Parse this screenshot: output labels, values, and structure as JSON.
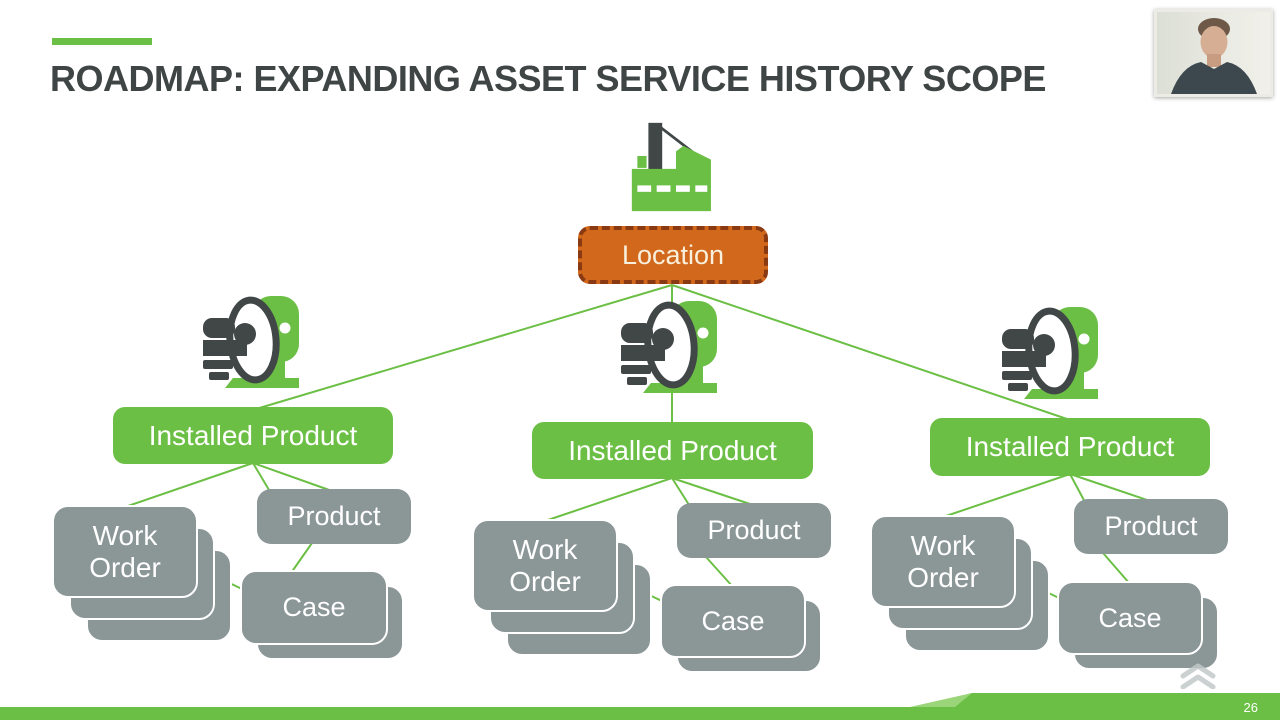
{
  "slide": {
    "title": "ROADMAP: EXPANDING ASSET SERVICE HISTORY SCOPE",
    "page_number": "26"
  },
  "diagram": {
    "location_label": "Location",
    "clusters": [
      {
        "installed_product": "Installed Product",
        "work_order": "Work Order",
        "product": "Product",
        "case": "Case"
      },
      {
        "installed_product": "Installed Product",
        "work_order": "Work Order",
        "product": "Product",
        "case": "Case"
      },
      {
        "installed_product": "Installed Product",
        "work_order": "Work Order",
        "product": "Product",
        "case": "Case"
      }
    ]
  },
  "icons": {
    "factory-icon": "green factory building with chimney",
    "mri-scanner-icon": "MRI machine with patient on table",
    "chevron-up-icon": "^",
    "webcam-thumbnail": "presenter head-and-shoulders video"
  },
  "colors": {
    "green": "#6cbf45",
    "footer_green": "#6abf44",
    "dark_text": "#3f4444",
    "icon_dark": "#414747",
    "gray_box": "#8b9697",
    "orange_fill": "#d2681c",
    "orange_border": "#8a3a12"
  }
}
